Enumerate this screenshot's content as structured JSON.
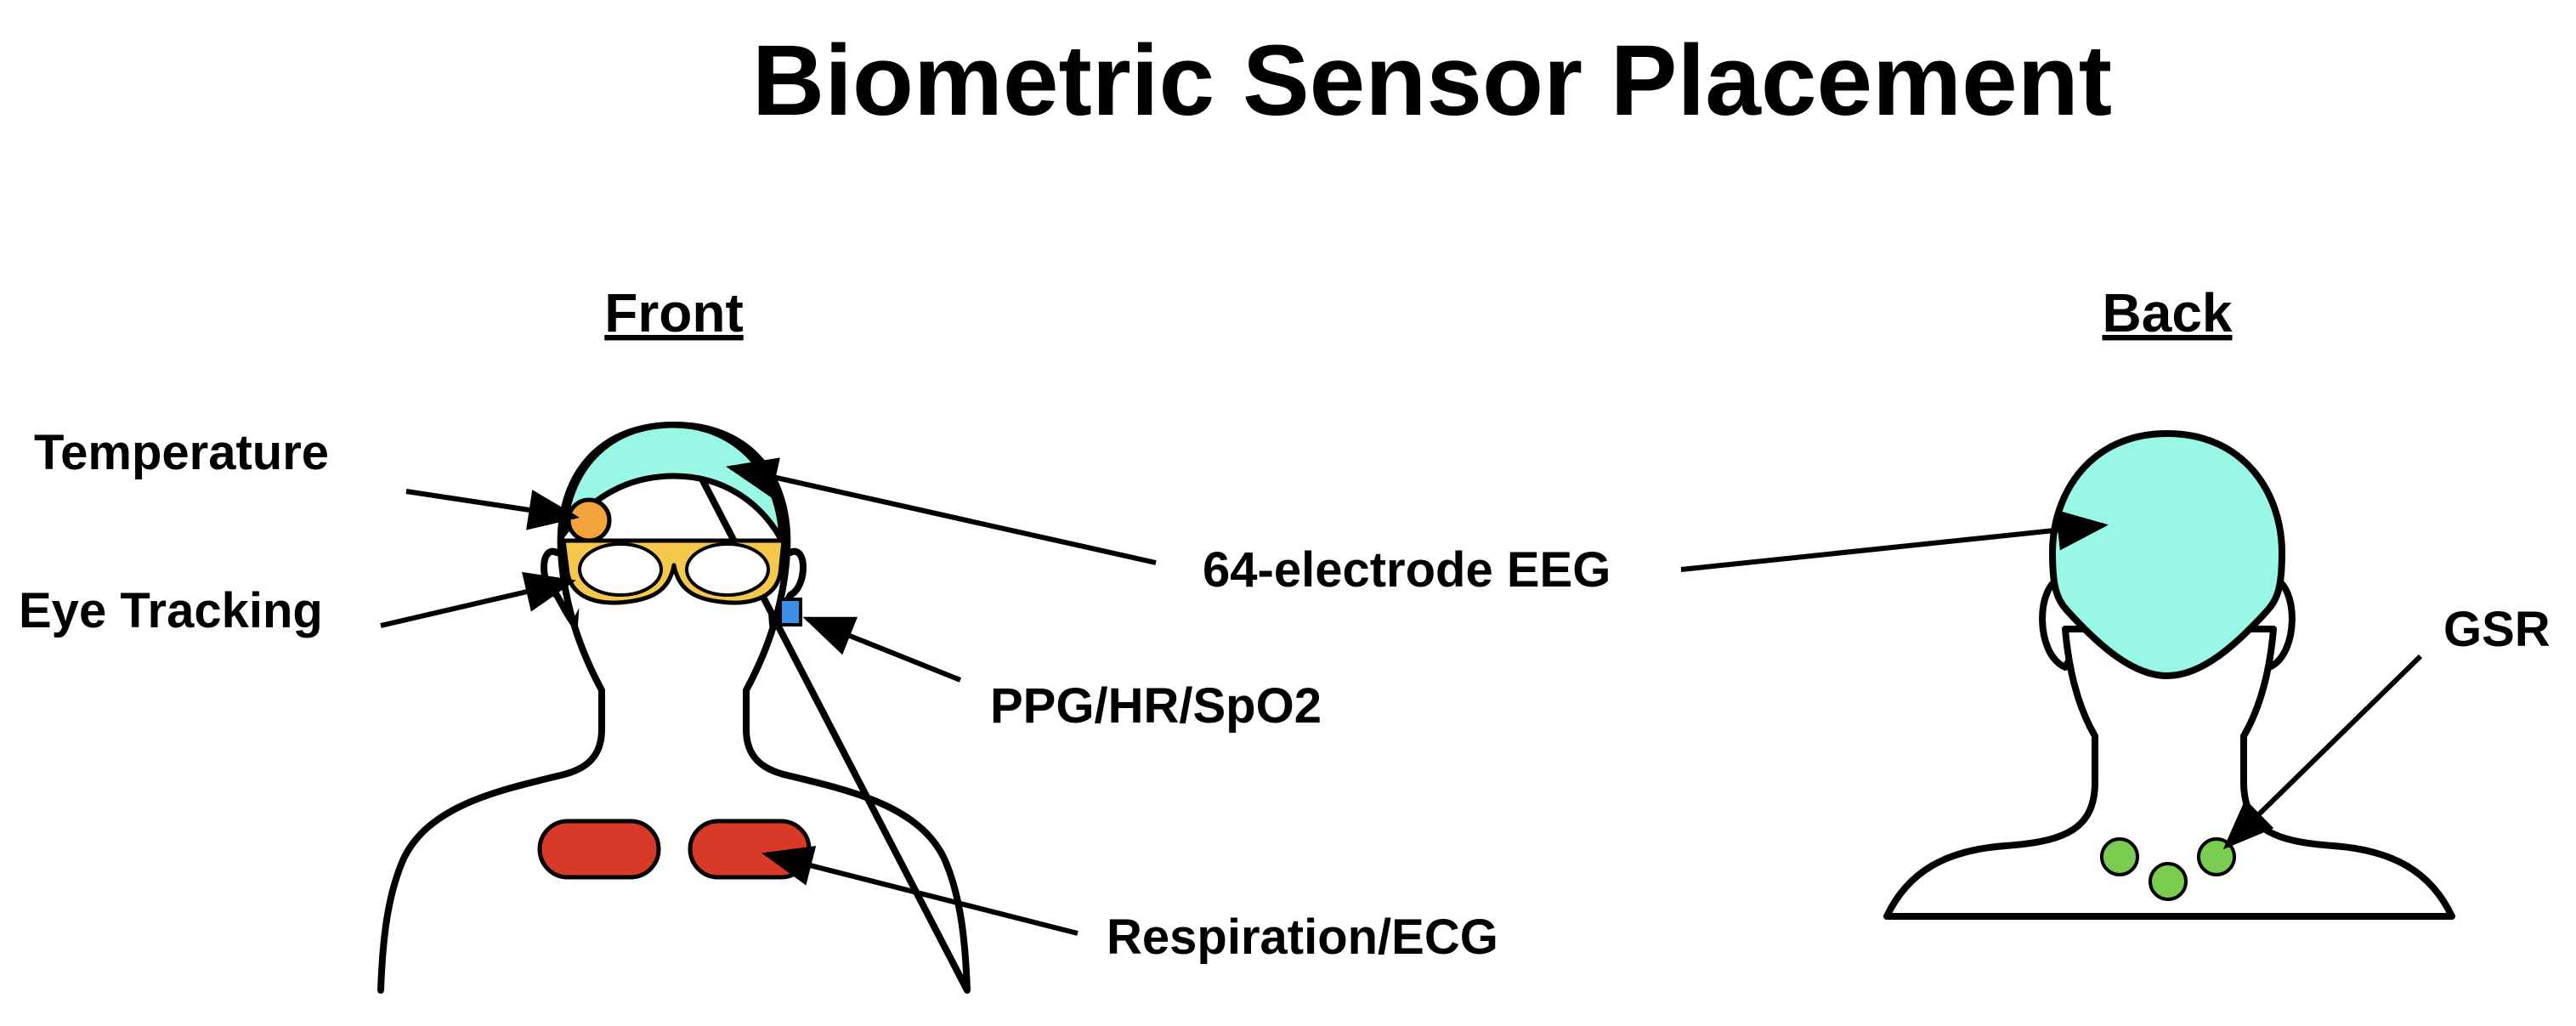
{
  "title": "Biometric Sensor Placement",
  "views": {
    "front": "Front",
    "back": "Back"
  },
  "labels": {
    "temperature": "Temperature",
    "eye_tracking": "Eye Tracking",
    "eeg": "64-electrode EEG",
    "ppg": "PPG/HR/SpO2",
    "respiration": "Respiration/ECG",
    "gsr": "GSR"
  },
  "colors": {
    "eeg_cap": "#99F7E6",
    "temperature_sensor": "#F2A33A",
    "glasses": "#F5C84C",
    "ppg_sensor": "#3B8FE8",
    "respiration_pads": "#D93A27",
    "gsr_electrodes": "#7ACC4E"
  }
}
